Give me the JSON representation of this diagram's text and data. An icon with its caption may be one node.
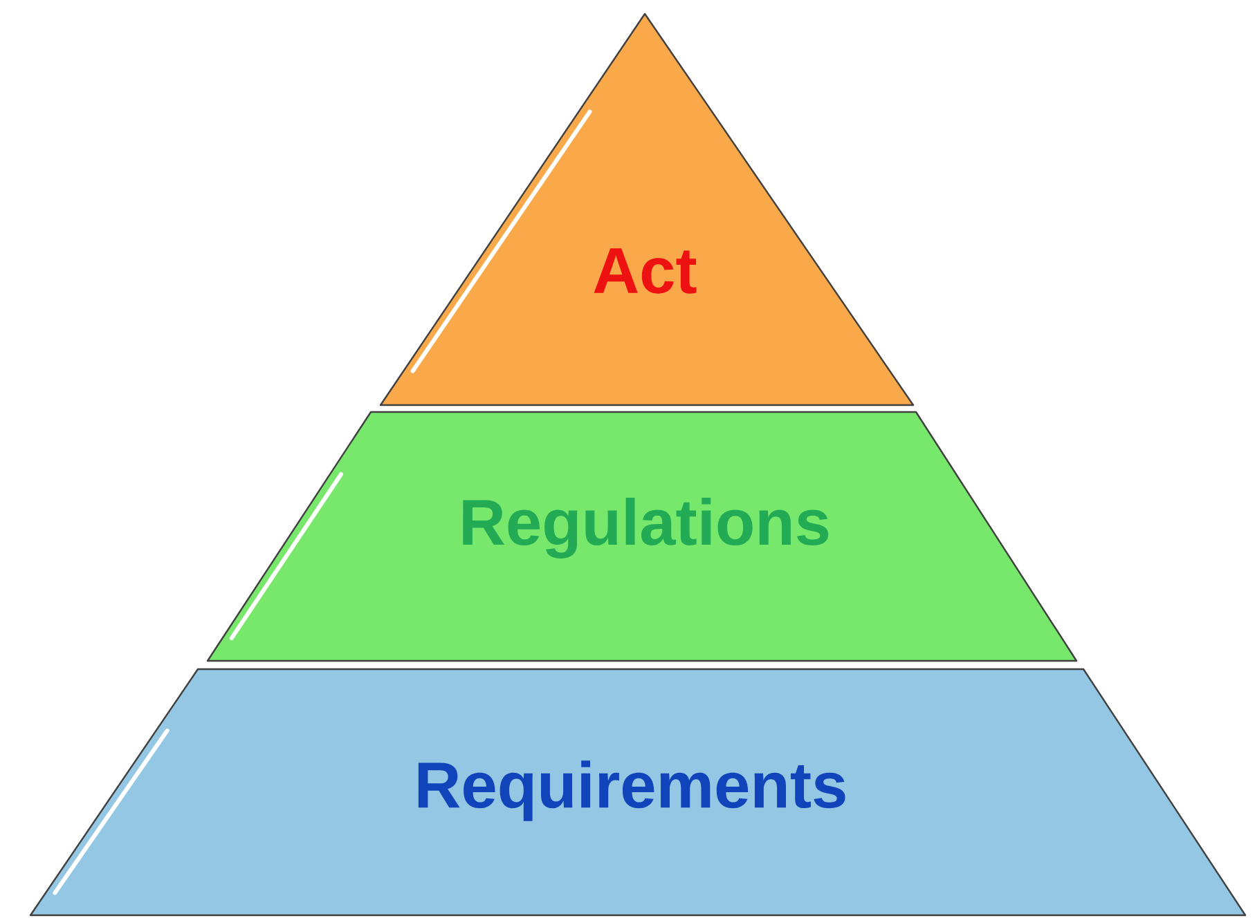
{
  "diagram": {
    "nodes": [
      {
        "text": [
          "Act"
        ]
      },
      {
        "text": [
          "Regulations"
        ]
      },
      {
        "text": [
          "Requirements"
        ]
      }
    ]
  }
}
